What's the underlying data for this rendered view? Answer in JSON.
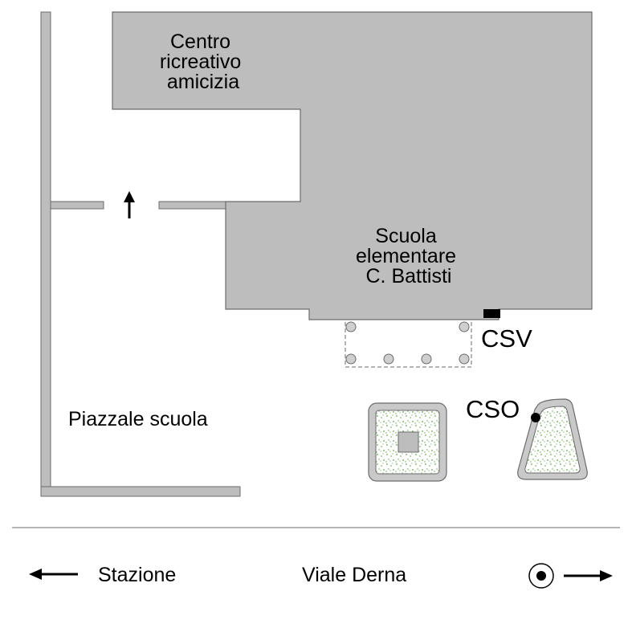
{
  "map": {
    "buildings": {
      "recreation_center": [
        "Centro",
        "ricreativo",
        "amicizia"
      ],
      "school": [
        "Scuola",
        "elementare",
        "C. Battisti"
      ]
    },
    "square_label": "Piazzale scuola",
    "points": {
      "csv": "CSV",
      "cso": "CSO"
    },
    "street": {
      "left": "Stazione",
      "center": "Viale Derna"
    },
    "colors": {
      "building_fill": "#bdbdbd",
      "building_stroke": "#6b6b6b",
      "planter_fill": "#c9c9c9",
      "greenery": "#5fa845",
      "ink": "#000000"
    },
    "icons": {
      "entrance": "arrow-up-icon",
      "to_station": "arrow-left-icon",
      "direction": "arrow-right-icon",
      "location": "target-icon"
    }
  }
}
